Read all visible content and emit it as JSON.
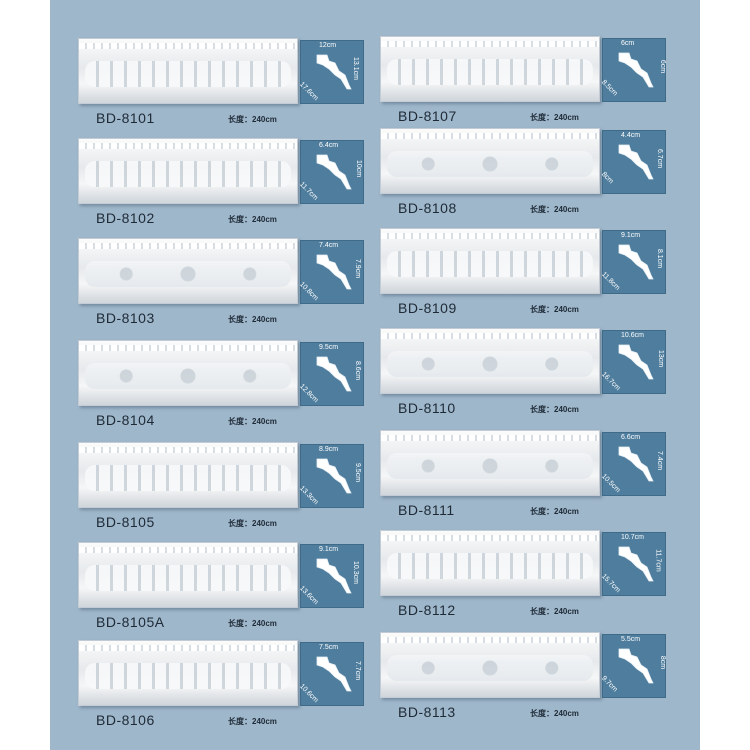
{
  "left_column": [
    {
      "code": "BD-8101",
      "length": "长度：240cm",
      "dims": {
        "top": "12cm",
        "side": "13.1cm",
        "diagonal": "17.6cm"
      }
    },
    {
      "code": "BD-8102",
      "length": "长度：240cm",
      "dims": {
        "top": "6.4cm",
        "side": "10cm",
        "diagonal": "11.7cm"
      }
    },
    {
      "code": "BD-8103",
      "length": "长度：240cm",
      "dims": {
        "top": "7.4cm",
        "side": "7.9cm",
        "diagonal": "10.8cm"
      }
    },
    {
      "code": "BD-8104",
      "length": "长度：240cm",
      "dims": {
        "top": "9.5cm",
        "side": "8.6cm",
        "diagonal": "12.8cm"
      }
    },
    {
      "code": "BD-8105",
      "length": "长度：240cm",
      "dims": {
        "top": "8.9cm",
        "side": "9.5cm",
        "diagonal": "13.3cm"
      }
    },
    {
      "code": "BD-8105A",
      "length": "长度：240cm",
      "dims": {
        "top": "9.1cm",
        "side": "10.3cm",
        "diagonal": "13.6cm"
      }
    },
    {
      "code": "BD-8106",
      "length": "长度：240cm",
      "dims": {
        "top": "7.5cm",
        "side": "7.7cm",
        "diagonal": "10.6cm"
      }
    }
  ],
  "right_column": [
    {
      "code": "BD-8107",
      "length": "长度：240cm",
      "dims": {
        "top": "6cm",
        "side": "6cm",
        "diagonal": "8.5cm"
      }
    },
    {
      "code": "BD-8108",
      "length": "长度：240cm",
      "dims": {
        "top": "4.4cm",
        "side": "6.7cm",
        "diagonal": "8cm"
      }
    },
    {
      "code": "BD-8109",
      "length": "长度：240cm",
      "dims": {
        "top": "9.1cm",
        "side": "8.1cm",
        "diagonal": "11.8cm"
      }
    },
    {
      "code": "BD-8110",
      "length": "长度：240cm",
      "dims": {
        "top": "10.6cm",
        "side": "13cm",
        "diagonal": "16.7cm"
      }
    },
    {
      "code": "BD-8111",
      "length": "长度：240cm",
      "dims": {
        "top": "6.6cm",
        "side": "7.4cm",
        "diagonal": "10.5cm"
      }
    },
    {
      "code": "BD-8112",
      "length": "长度：240cm",
      "dims": {
        "top": "10.7cm",
        "side": "11.7cm",
        "diagonal": "15.7cm"
      }
    },
    {
      "code": "BD-8113",
      "length": "长度：240cm",
      "dims": {
        "top": "5.5cm",
        "side": "8cm",
        "diagonal": "9.7cm"
      }
    }
  ],
  "colors": {
    "background": "#9fb7cb",
    "profile_box": "#4f7d9d",
    "text": "#1e2a36"
  }
}
